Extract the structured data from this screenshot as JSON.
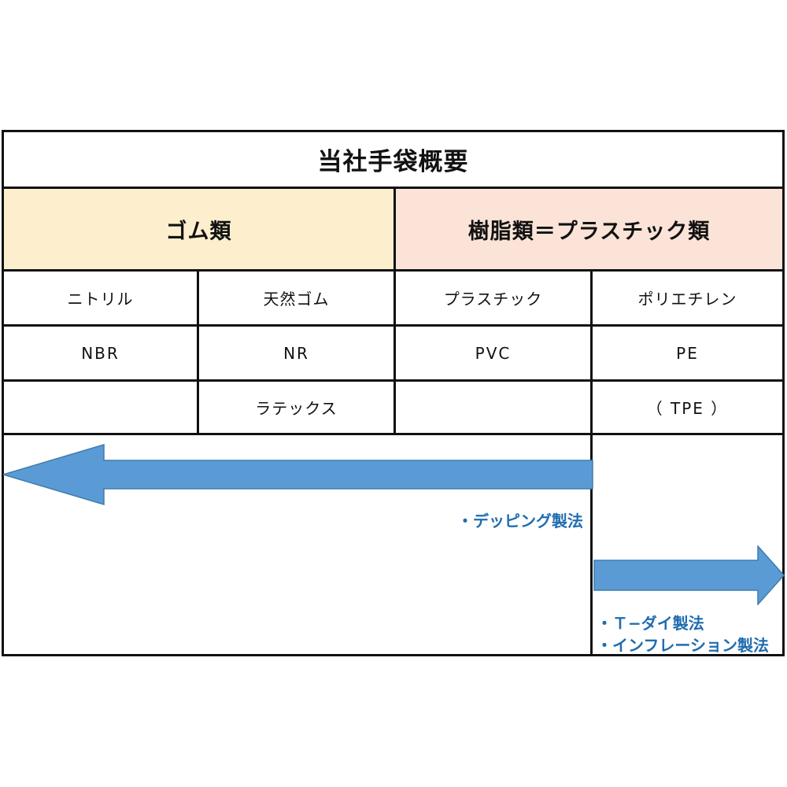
{
  "diagram": {
    "title": "当社手袋概要",
    "categories": [
      {
        "label": "ゴム類",
        "color": "#fdefcd"
      },
      {
        "label": "樹脂類＝プラスチック類",
        "color": "#fbe3d8"
      }
    ],
    "columns": [
      {
        "name": "ニトリル",
        "abbr": "NBR",
        "alt": ""
      },
      {
        "name": "天然ゴム",
        "abbr": "NR",
        "alt": "ラテックス"
      },
      {
        "name": "プラスチック",
        "abbr": "PVC",
        "alt": ""
      },
      {
        "name": "ポリエチレン",
        "abbr": "PE",
        "alt": "（ TPE ）"
      }
    ],
    "processes": [
      {
        "id": "dipping",
        "note": "・デッピング製法",
        "direction": "left",
        "color": "#5b9bd5"
      },
      {
        "id": "t-die",
        "note": "・Ｔ−ダイ製法",
        "direction": "right",
        "color": "#5b9bd5"
      },
      {
        "id": "inflation",
        "note": "・インフレーション製法",
        "direction": "right",
        "color": "#5b9bd5"
      }
    ],
    "colors": {
      "border": "#111111",
      "arrow": "#5b9bd5",
      "arrow_stroke": "#3f7cad",
      "note_text": "#1f6cb0",
      "rubber_band": "#fdefcd",
      "resin_band": "#fbe3d8",
      "background": "#ffffff"
    }
  }
}
